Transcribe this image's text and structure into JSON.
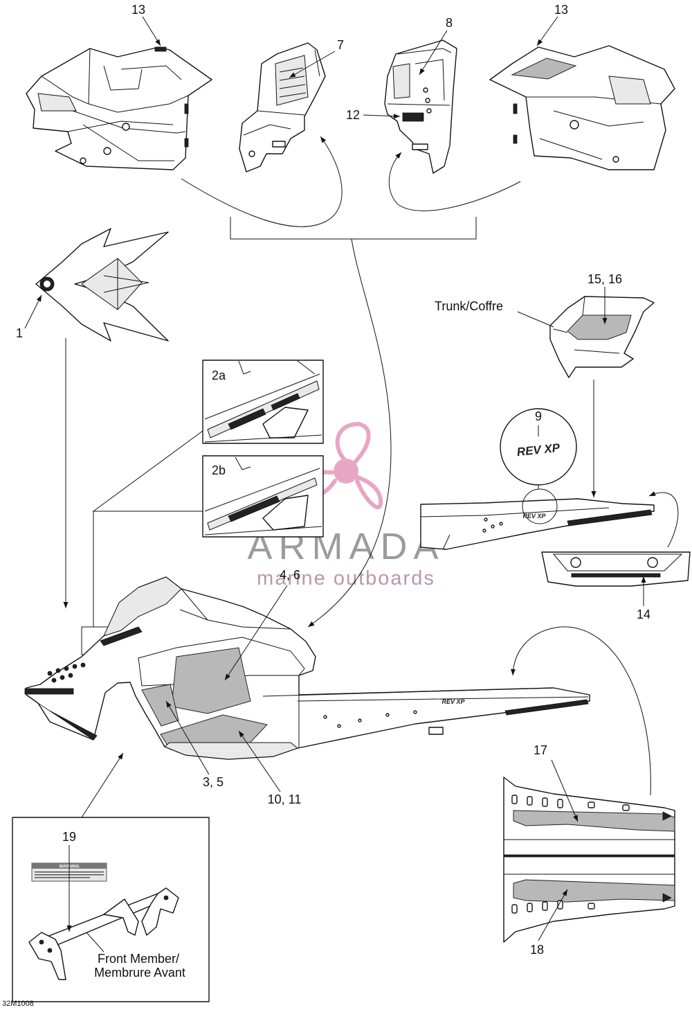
{
  "diagram_code": "32M1008",
  "callouts": {
    "c13_left": "13",
    "c7": "7",
    "c8": "8",
    "c13_right": "13",
    "c12": "12",
    "c1": "1",
    "c15_16": "15, 16",
    "c9": "9",
    "c2a": "2a",
    "c2b": "2b",
    "c4_6": "4, 6",
    "c14": "14",
    "c3_5": "3, 5",
    "c10_11": "10, 11",
    "c17": "17",
    "c18": "18",
    "c19": "19"
  },
  "labels": {
    "trunk": "Trunk/Coffre",
    "front_member_line1": "Front Member/",
    "front_member_line2": "Membrure Avant"
  },
  "decals": {
    "rev_xp": "REV XP",
    "warning": "WARNING"
  },
  "watermark": {
    "brand": "ARMADA",
    "tagline": "marine outboards",
    "propeller_color": "#e8a6c5",
    "brand_color": "#8a8a8a"
  }
}
